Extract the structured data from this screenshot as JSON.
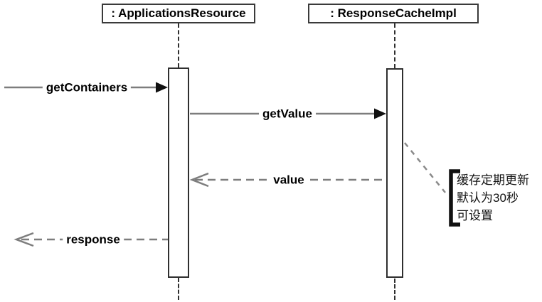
{
  "lifelines": [
    {
      "label": ": ApplicationsResource"
    },
    {
      "label": ": ResponseCacheImpl"
    }
  ],
  "messages": {
    "get_containers": {
      "label": "getContainers",
      "type": "sync-call"
    },
    "get_value": {
      "label": "getValue",
      "type": "sync-call"
    },
    "value": {
      "label": "value",
      "type": "return"
    },
    "response": {
      "label": "response",
      "type": "return"
    }
  },
  "note": {
    "lines": [
      "缓存定期更新",
      "默认为30秒",
      "可设置"
    ]
  },
  "colors": {
    "message_line": "#7d7d7d",
    "border": "#2f2f2f",
    "arrowhead": "#111111",
    "text": "#000000",
    "background": "#ffffff"
  }
}
